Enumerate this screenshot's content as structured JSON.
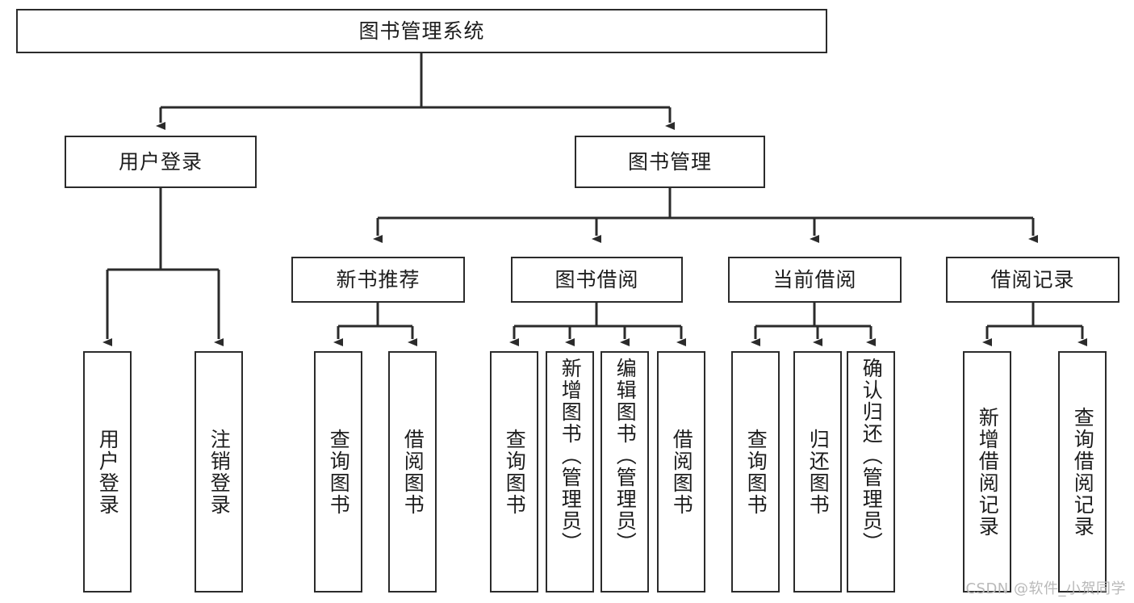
{
  "diagram": {
    "title_node": {
      "label": "图书管理系统"
    },
    "level2": [
      {
        "id": "user-login",
        "label": "用户登录"
      },
      {
        "id": "book-manage",
        "label": "图书管理"
      }
    ],
    "level3": [
      {
        "id": "new-book-recommend",
        "label": "新书推荐"
      },
      {
        "id": "book-borrow",
        "label": "图书借阅"
      },
      {
        "id": "current-borrow",
        "label": "当前借阅"
      },
      {
        "id": "borrow-record",
        "label": "借阅记录"
      }
    ],
    "leaves": [
      {
        "id": "leaf-user-login",
        "label": "用户登录",
        "parent": "user-login"
      },
      {
        "id": "leaf-user-logout",
        "label": "注销登录",
        "parent": "user-login"
      },
      {
        "id": "leaf-query-book-1",
        "label": "查询图书",
        "parent": "new-book-recommend"
      },
      {
        "id": "leaf-borrow-book-1",
        "label": "借阅图书",
        "parent": "new-book-recommend"
      },
      {
        "id": "leaf-query-book-2",
        "label": "查询图书",
        "parent": "book-borrow"
      },
      {
        "id": "leaf-add-book",
        "label": "新增图书（管理员）",
        "parent": "book-borrow"
      },
      {
        "id": "leaf-edit-book",
        "label": "编辑图书（管理员）",
        "parent": "book-borrow"
      },
      {
        "id": "leaf-borrow-book-2",
        "label": "借阅图书",
        "parent": "book-borrow"
      },
      {
        "id": "leaf-query-book-3",
        "label": "查询图书",
        "parent": "current-borrow"
      },
      {
        "id": "leaf-return-book",
        "label": "归还图书",
        "parent": "current-borrow"
      },
      {
        "id": "leaf-confirm-return",
        "label": "确认归还（管理员）",
        "parent": "current-borrow"
      },
      {
        "id": "leaf-add-record",
        "label": "新增借阅记录",
        "parent": "borrow-record"
      },
      {
        "id": "leaf-query-record",
        "label": "查询借阅记录",
        "parent": "borrow-record"
      }
    ],
    "watermark": "CSDN @软件_小贺同学",
    "colors": {
      "stroke": "#2b2b2b",
      "fill": "#ffffff",
      "text": "#1d1d1d",
      "watermark": "#b9b9b9"
    }
  }
}
